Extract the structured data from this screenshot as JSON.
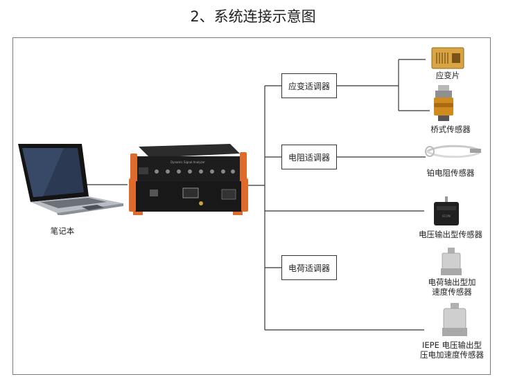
{
  "title": "2、系统连接示意图",
  "laptop": {
    "label": "笔记本"
  },
  "conditioners": [
    {
      "label": "应变适调器"
    },
    {
      "label": "电阻适调器"
    },
    {
      "label": "电荷适调器"
    }
  ],
  "sensors": [
    {
      "label": "应变片",
      "icon": "strain-gauge-icon"
    },
    {
      "label": "桥式传感器",
      "icon": "bridge-sensor-icon"
    },
    {
      "label": "铂电阻传感器",
      "icon": "platinum-rtd-icon"
    },
    {
      "label": "电压输出型传感器",
      "icon": "voltage-sensor-icon"
    },
    {
      "label_line1": "电荷轴出型加",
      "label_line2": "速度传感器",
      "icon": "charge-accelerometer-icon"
    },
    {
      "label_line1": "IEPE 电压输出型",
      "label_line2": "压电加速度传感器",
      "icon": "iepe-accelerometer-icon"
    }
  ],
  "analyzer": {
    "panel_text": "Dynamic Signal Analyzer"
  },
  "colors": {
    "accent_orange": "#e06a2b",
    "chassis": "#1c1c1c",
    "line": "#333333"
  }
}
